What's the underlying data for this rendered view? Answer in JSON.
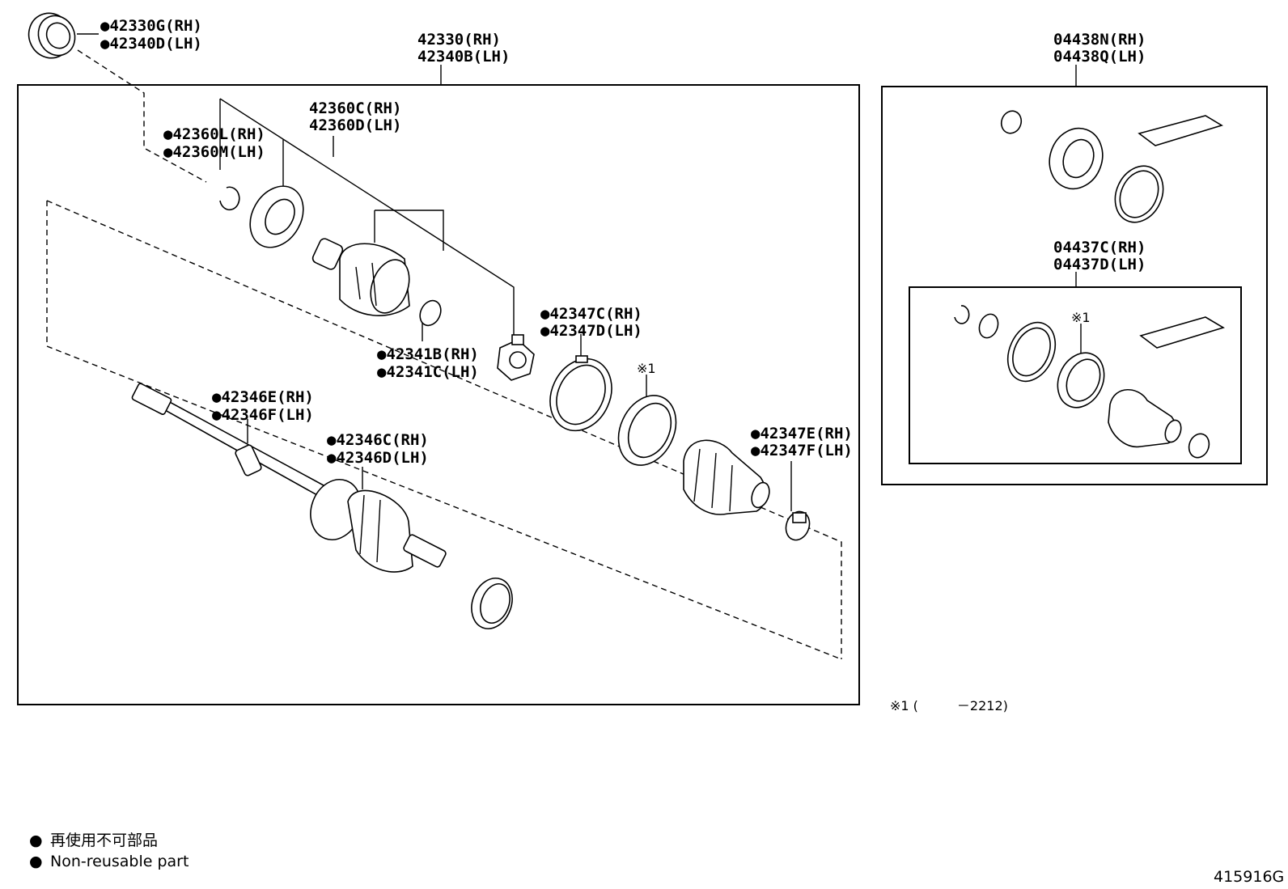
{
  "labels": {
    "p42330G": "●42330G(RH)",
    "p42340D": "●42340D(LH)",
    "p42330": "42330(RH)",
    "p42340B": "42340B(LH)",
    "p42360C": "42360C(RH)",
    "p42360D": "42360D(LH)",
    "p42360L": "●42360L(RH)",
    "p42360M": "●42360M(LH)",
    "p42341B": "●42341B(RH)",
    "p42341C": "●42341C(LH)",
    "p42347C": "●42347C(RH)",
    "p42347D": "●42347D(LH)",
    "p42346E": "●42346E(RH)",
    "p42346F": "●42346F(LH)",
    "p42346C": "●42346C(RH)",
    "p42346D": "●42346D(LH)",
    "p42347E": "●42347E(RH)",
    "p42347F": "●42347F(LH)",
    "p04438N": "04438N(RH)",
    "p04438Q": "04438Q(LH)",
    "p04437C": "04437C(RH)",
    "p04437D": "04437D(LH)",
    "mark1a": "※1",
    "mark1b": "※1"
  },
  "footnote": "※1 (　　　－2212)",
  "legend": {
    "bullet": "●",
    "jp": "再使用不可部品",
    "en": "Non-reusable part"
  },
  "figure_id": "415916G"
}
